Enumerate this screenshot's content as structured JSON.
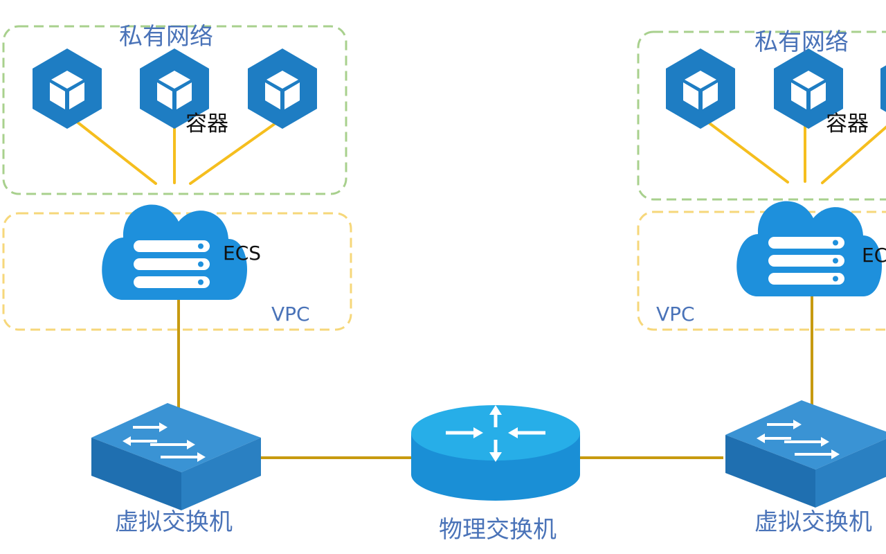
{
  "labels": {
    "private_network": "私有网络",
    "container": "容器",
    "ecs": "ECS",
    "vpc": "VPC",
    "virtual_switch": "虚拟交换机",
    "physical_switch": "物理交换机"
  },
  "colors": {
    "link_yellow": "#f5be1e",
    "link_gold": "#c79a10",
    "private_net_border": "#a8d08d",
    "vpc_border": "#f6d77a",
    "node_blue": "#1e7dc3",
    "cloud_blue": "#1e90dc",
    "switch_blue": "#2f86c9",
    "router_blue": "#27aee8",
    "label_blue": "#4a73b8"
  },
  "icons": {
    "container": "container-cube-icon",
    "ecs": "ecs-cloud-server-icon",
    "virtual_switch": "virtual-switch-icon",
    "physical_switch": "physical-switch-router-icon"
  }
}
